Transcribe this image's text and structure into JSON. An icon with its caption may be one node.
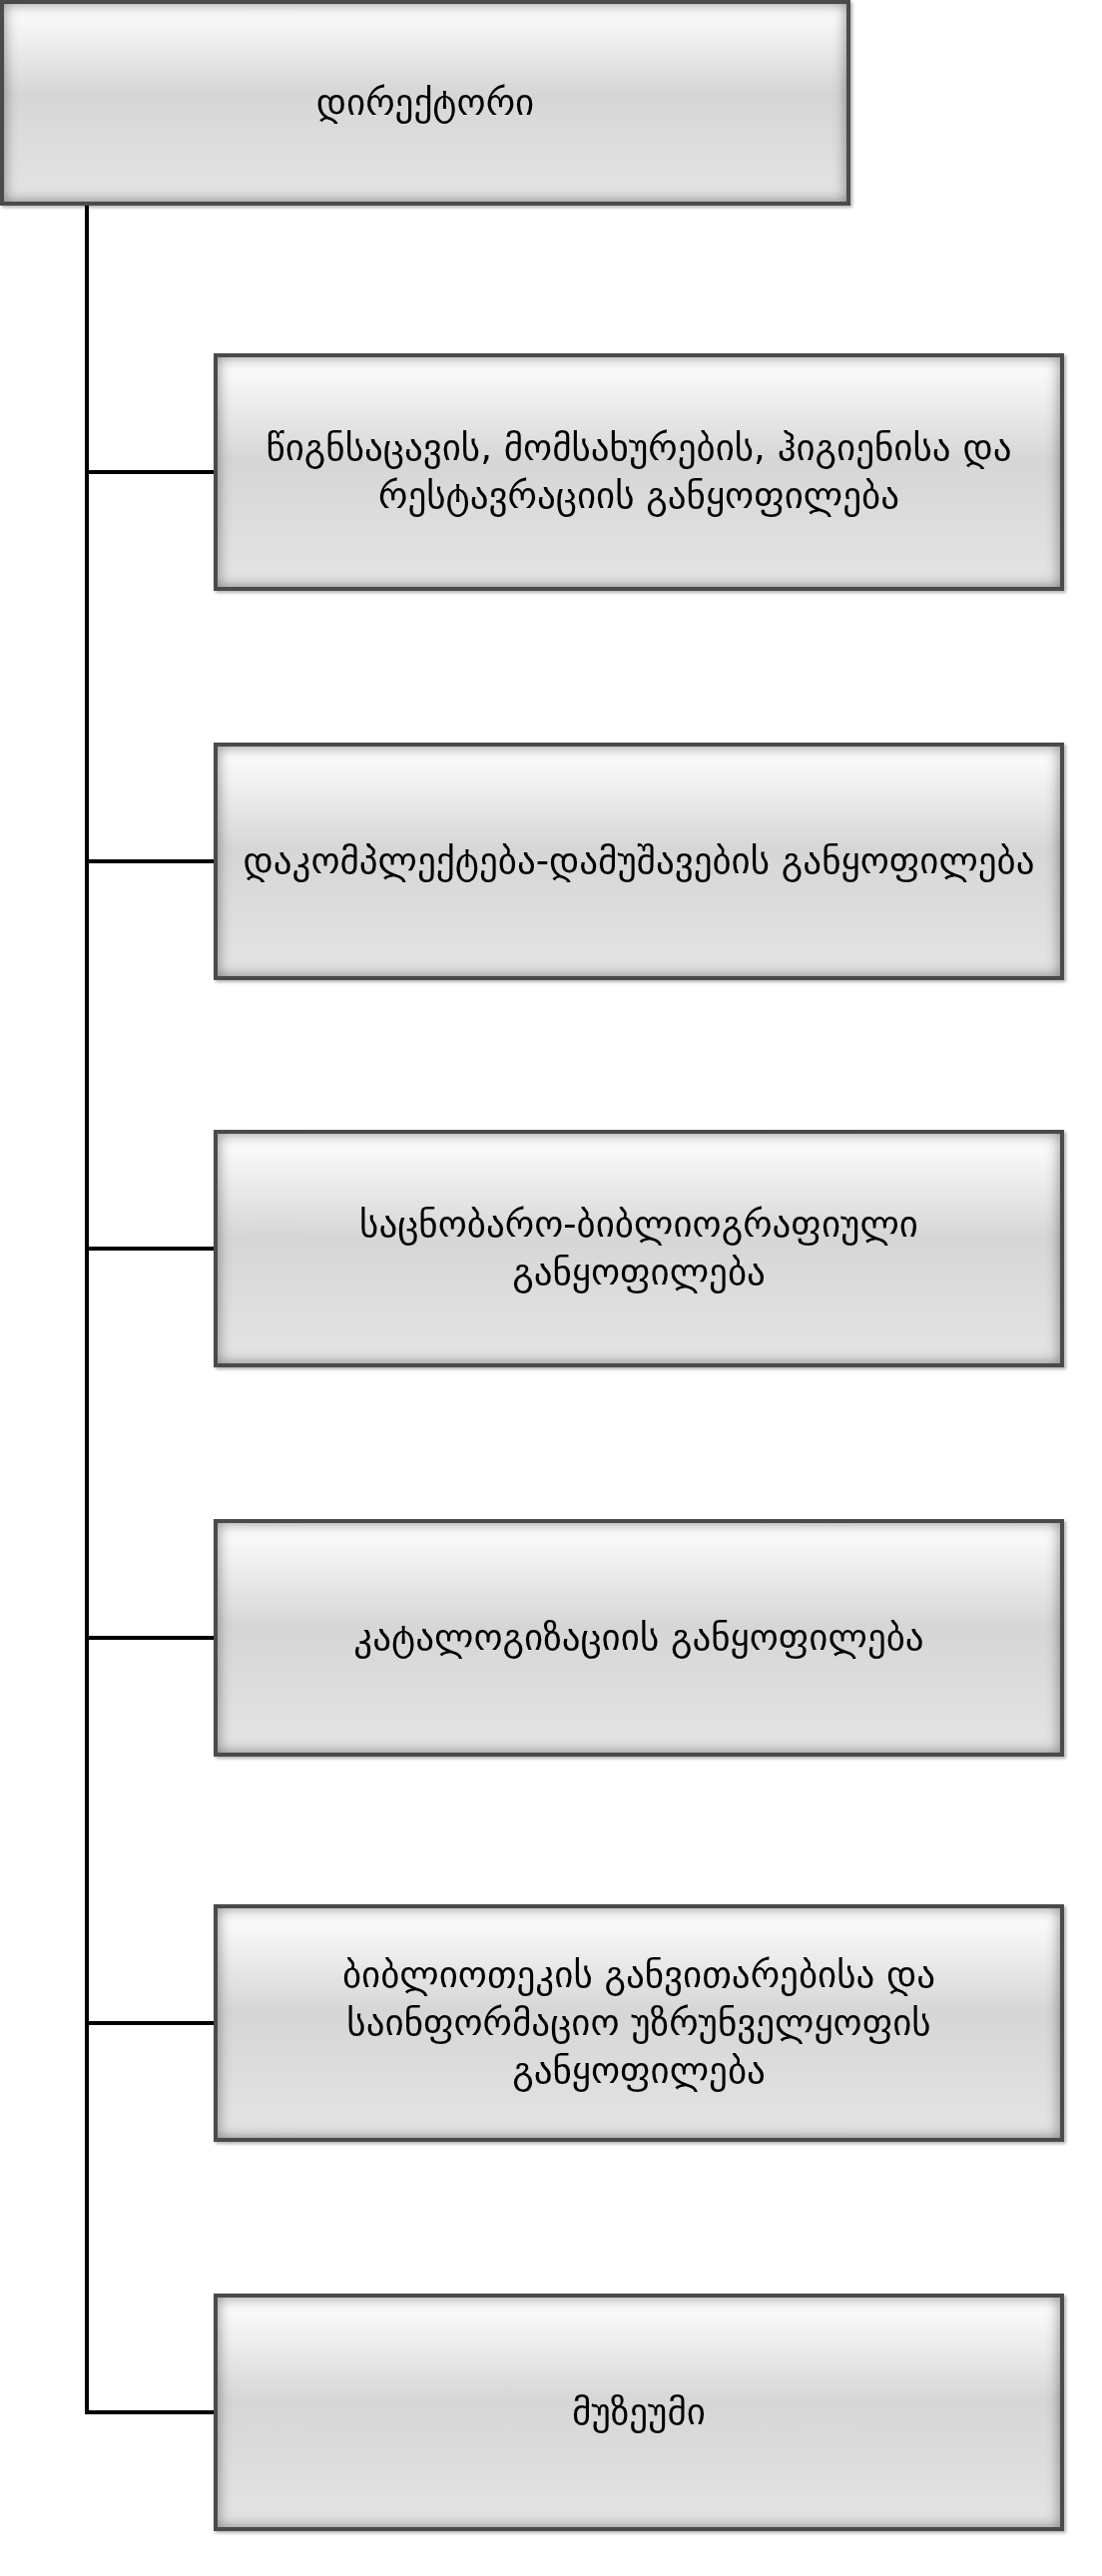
{
  "diagram": {
    "nodes": [
      {
        "text": [
          "დირექტორი"
        ]
      },
      {
        "text": [
          "წიგნსაცავის, მომსახურების, ჰიგიენისა და რესტავრაციის განყოფილება"
        ]
      },
      {
        "text": [
          "დაკომპლექტება-დამუშავების განყოფილება"
        ]
      },
      {
        "text": [
          "საცნობარო-ბიბლიოგრაფიული განყოფილება"
        ]
      },
      {
        "text": [
          "კატალოგიზაციის განყოფილება"
        ]
      },
      {
        "text": [
          "ბიბლიოთეკის განვითარებისა და საინფორმაციო უზრუნველყოფის განყოფილება"
        ]
      },
      {
        "text": [
          "მუზეუმი"
        ]
      }
    ],
    "edges": [
      {
        "from": 0,
        "to": 1,
        "arrow": "none"
      },
      {
        "from": 0,
        "to": 2,
        "arrow": "none"
      },
      {
        "from": 0,
        "to": 3,
        "arrow": "none"
      },
      {
        "from": 0,
        "to": 4,
        "arrow": "none"
      },
      {
        "from": 0,
        "to": 5,
        "arrow": "none"
      },
      {
        "from": 0,
        "to": 6,
        "arrow": "none"
      }
    ]
  }
}
